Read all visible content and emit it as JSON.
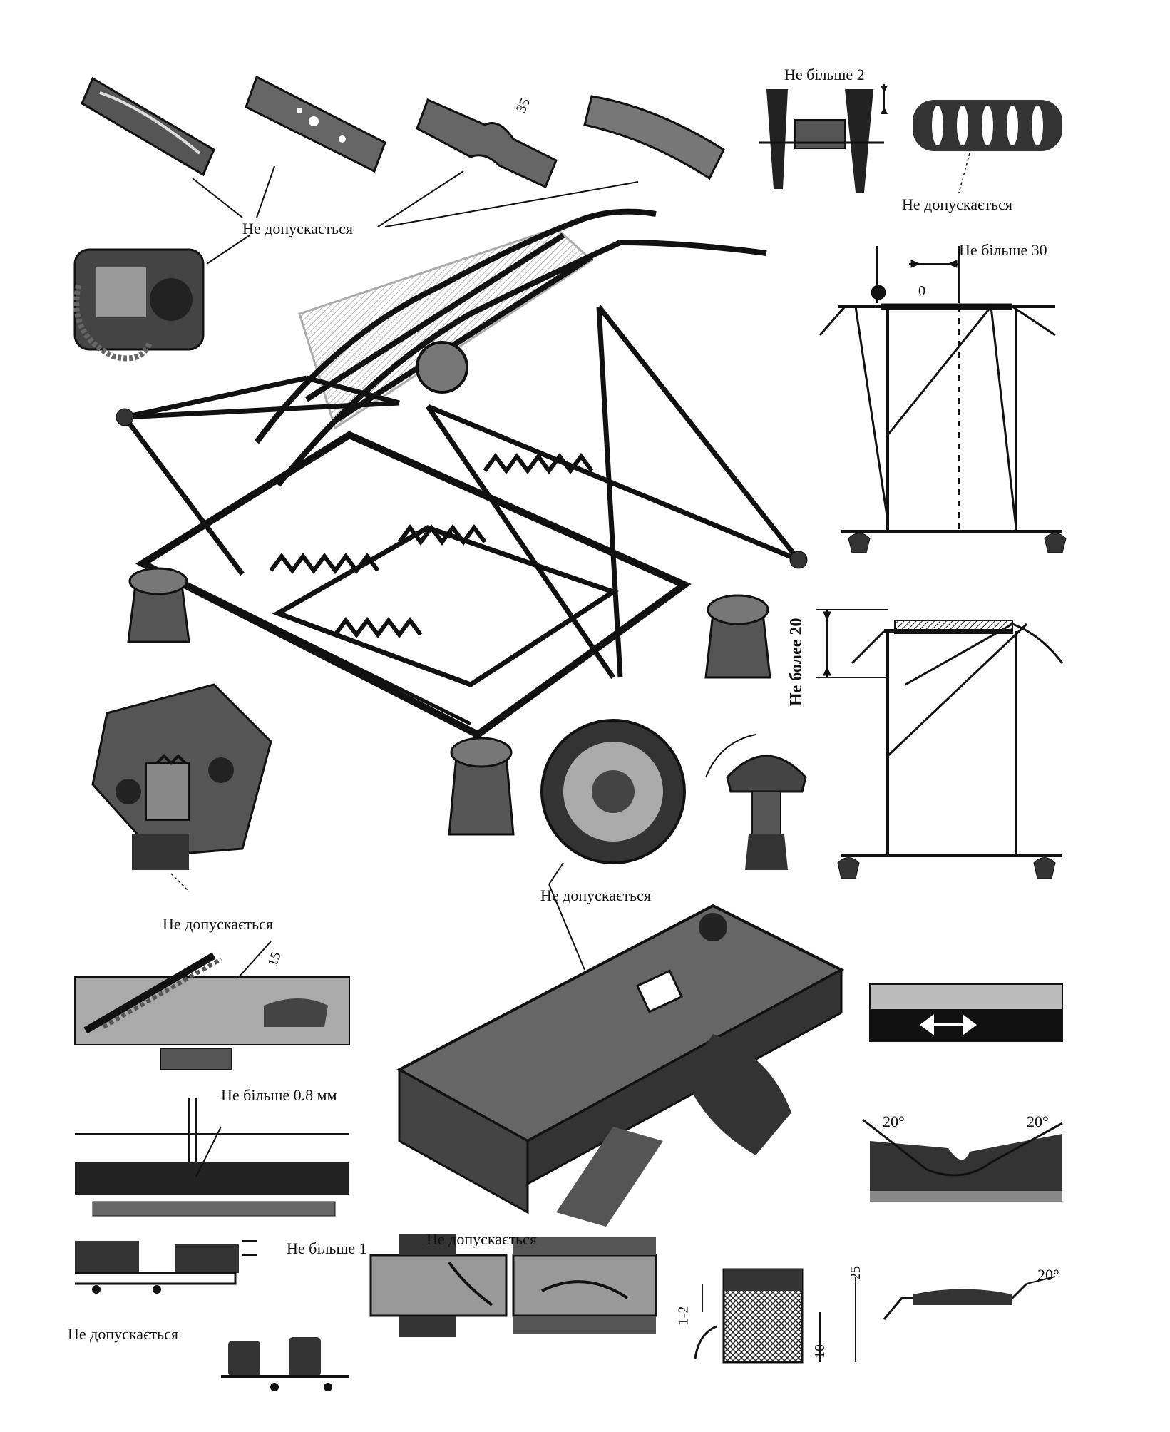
{
  "figure": {
    "labels": {
      "not_allowed": "Не допускається",
      "max_2": "Не більше 2",
      "max_30": "Не більше 30",
      "max_20_ru": "Не более 20",
      "max_0_8mm": "Не більше 0.8 мм",
      "max_1": "Не більше 1",
      "dim_35": "35",
      "dim_15": "15",
      "dim_0": "0",
      "dim_25": "25",
      "dim_10": "10",
      "dim_1_2": "1-2",
      "angle_20": "20°"
    },
    "colors": {
      "ink": "#111111",
      "paper": "#ffffff",
      "shade": "#3a3a3a",
      "mid": "#8a8a8a"
    }
  }
}
